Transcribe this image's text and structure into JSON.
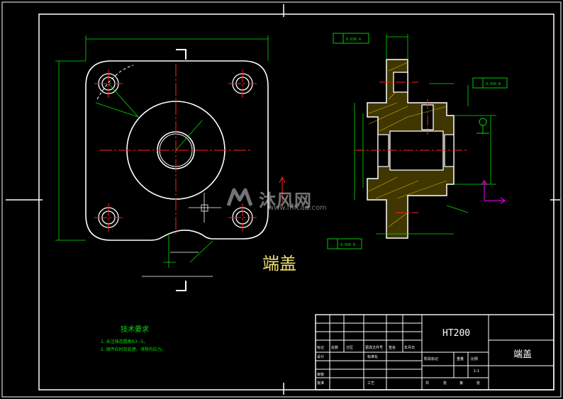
{
  "drawing": {
    "part_name": "端盖",
    "material": "HT200",
    "title_block_name": "端盖",
    "technical_requirements": {
      "title": "技术要求",
      "items": [
        "1. 未注铸造圆角R3~5。",
        "2. 铸件应时效处理，消除内应力。"
      ]
    },
    "titleblock_cells": [
      "标记",
      "处数",
      "分区",
      "更改文件号",
      "签名",
      "年月日",
      "设计",
      "标准化",
      "阶段标记",
      "重量",
      "比例",
      "审核",
      "工艺",
      "批准",
      "共",
      "张",
      "第",
      "张"
    ],
    "scale_label": "1:1"
  },
  "watermark": {
    "text": "沐风网",
    "url": "www.mfcad.com"
  },
  "colors": {
    "background": "#000000",
    "outline": "#ffffff",
    "centerline": "#ff2020",
    "dimension": "#00e000",
    "hatch": "#ffd700",
    "ucs": "#ff00ff",
    "title_text": "#f0e070"
  }
}
